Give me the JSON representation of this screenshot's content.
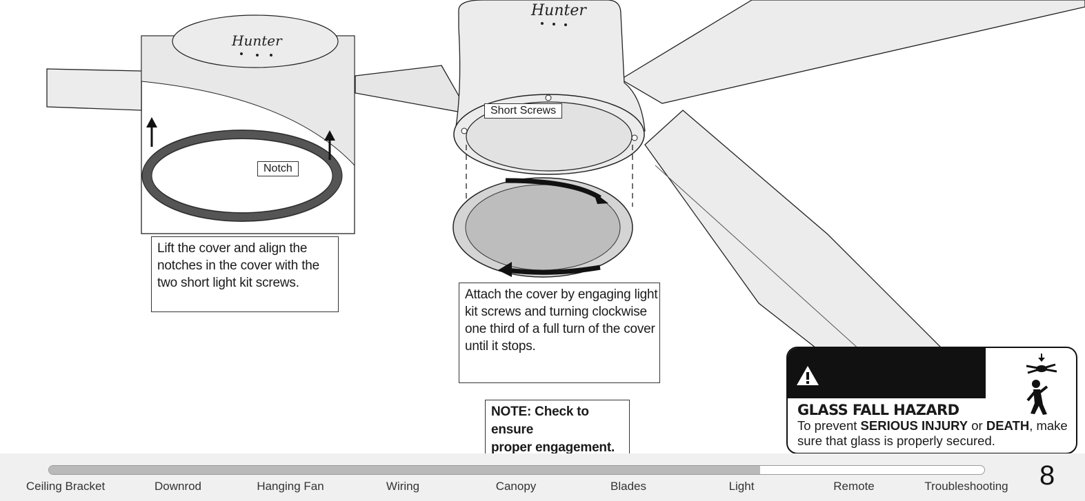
{
  "logo_text": "Hunter",
  "labels": {
    "notch": "Notch",
    "short_screws": "Short Screws"
  },
  "callouts": {
    "lift": [
      "Lift the cover and align the",
      "notches in the cover with the",
      "two short light kit screws."
    ],
    "attach": [
      "Attach the cover by engaging light",
      "kit screws and turning clockwise",
      "one third of a full turn of the cover",
      "until it stops."
    ],
    "note": [
      "NOTE: Check to ensure",
      "proper engagement."
    ]
  },
  "warning": {
    "title": "WARNING",
    "hazard": "GLASS FALL HAZARD",
    "text_1": "To prevent ",
    "text_bold_1": "SERIOUS INJURY",
    "text_2": " or ",
    "text_bold_2": "DEATH",
    "text_3": ", make sure that glass is properly secured.",
    "icon": "falling-fan-person-icon"
  },
  "progress": {
    "fraction": 0.76,
    "steps": [
      "Ceiling Bracket",
      "Downrod",
      "Hanging Fan",
      "Wiring",
      "Canopy",
      "Blades",
      "Light",
      "Remote",
      "Troubleshooting"
    ],
    "current_step": "Light"
  },
  "page_number": "8",
  "colors": {
    "ink": "#111111",
    "fan_fill": "#ebebeb",
    "cover_fill": "#c8c8c8",
    "progress_fill": "#b9b9b9"
  }
}
